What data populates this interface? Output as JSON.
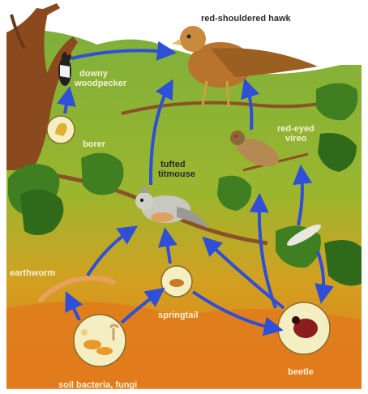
{
  "labels": {
    "hawk": "red-shouldered hawk",
    "woodpecker_line1": "downy",
    "woodpecker_line2": "woodpecker",
    "borer": "borer",
    "vireo_line1": "red-eyed",
    "vireo_line2": "vireo",
    "titmouse_line1": "tufted",
    "titmouse_line2": "titmouse",
    "earthworm": "earthworm",
    "springtail": "springtail",
    "beetle": "beetle",
    "soil": "soil bacteria, fungi"
  },
  "colors": {
    "arrow": "#2f4fd6",
    "foliage": "#5f9a2e",
    "ground": "#e0861e",
    "bark": "#8a4a1e"
  },
  "icons": [
    "hawk-icon",
    "woodpecker-icon",
    "borer-larva-icon",
    "vireo-icon",
    "titmouse-icon",
    "earthworm-icon",
    "springtail-icon",
    "beetle-icon",
    "fungi-icon",
    "caterpillar-icon"
  ]
}
